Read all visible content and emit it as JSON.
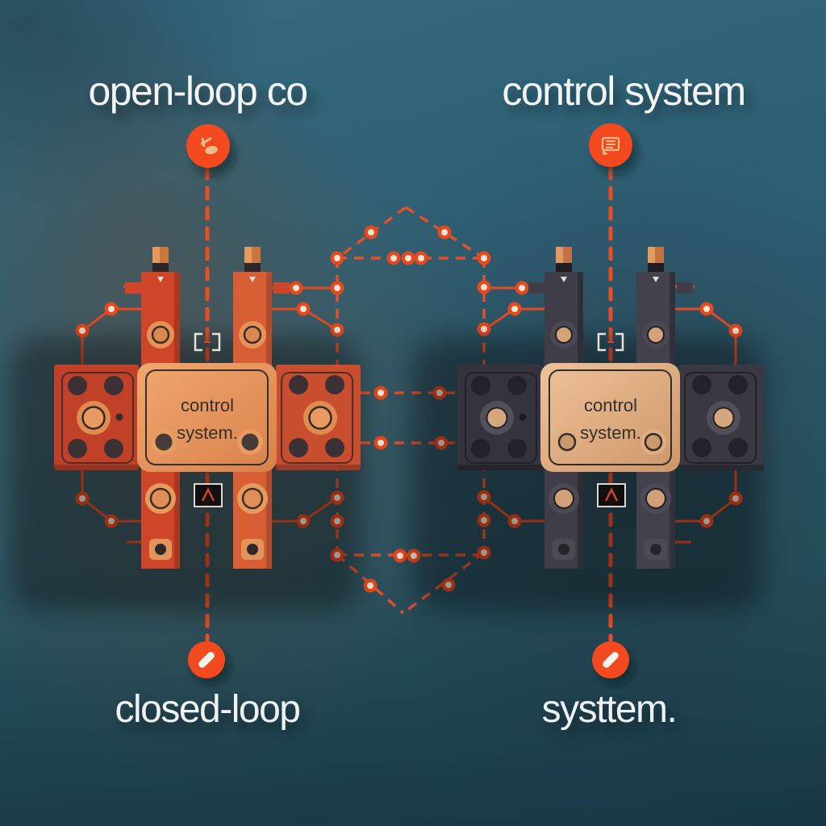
{
  "titles": {
    "top_left": "open-loop co",
    "top_right": "control system",
    "bottom_left": "closed-loop",
    "bottom_right": "systtem."
  },
  "machines": {
    "left": {
      "label_line1": "control",
      "label_line2": "system."
    },
    "right": {
      "label_line1": "control",
      "label_line2": "system."
    }
  },
  "icons": {
    "top_left_badge": "sketch-tool-icon",
    "top_right_badge": "notes-icon",
    "bottom_left_badge": "pencil-icon",
    "bottom_right_badge": "pencil-icon",
    "machine_top": "io-brackets-icon",
    "machine_bottom": "caret-up-icon"
  },
  "colors": {
    "background_top": "#34697e",
    "background_bottom": "#1e4656",
    "accent_orange": "#f2491e",
    "circuit_orange": "#e8491f",
    "machine_left_primary": "#d14f2e",
    "machine_left_box": "#e89a62",
    "machine_right_primary": "#3f3e48",
    "machine_right_box": "#e0b288",
    "node_center": "#f3e6d6",
    "title_text": "#f3f5f4",
    "box_text": "#33302c"
  }
}
